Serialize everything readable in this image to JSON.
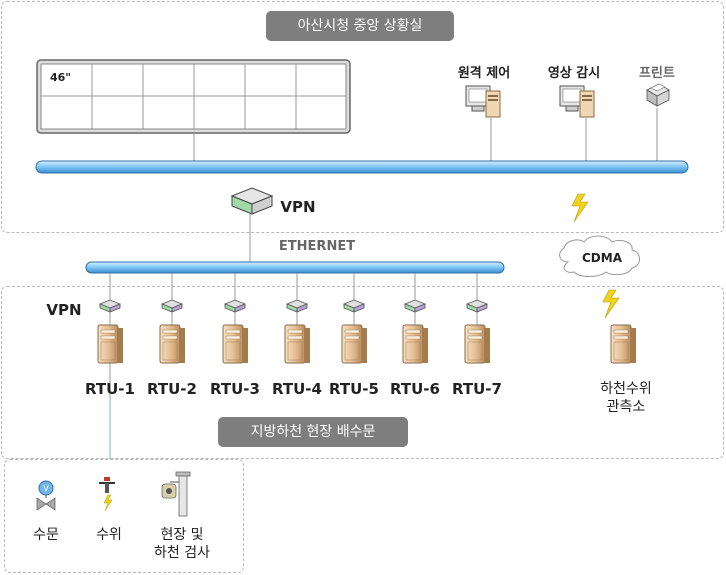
{
  "control_room": {
    "title": "아산시청 중앙 상황실"
  },
  "videowall": {
    "size_label": "46\""
  },
  "devices": {
    "remote_control": "원격 제어",
    "video_monitoring": "영상 감시",
    "print": "프린트"
  },
  "network": {
    "vpn_top": "VPN",
    "ethernet": "ETHERNET",
    "vpn_left": "VPN",
    "cdma": "CDMA"
  },
  "field": {
    "title": "지방하천 현장 배수문",
    "rtus": [
      "RTU-1",
      "RTU-2",
      "RTU-3",
      "RTU-4",
      "RTU-5",
      "RTU-6",
      "RTU-7"
    ],
    "river_station": "하천수위\n관측소"
  },
  "sensors": {
    "gate": "수문",
    "water_level": "수위",
    "inspection": "현장 및\n하천 검사"
  }
}
